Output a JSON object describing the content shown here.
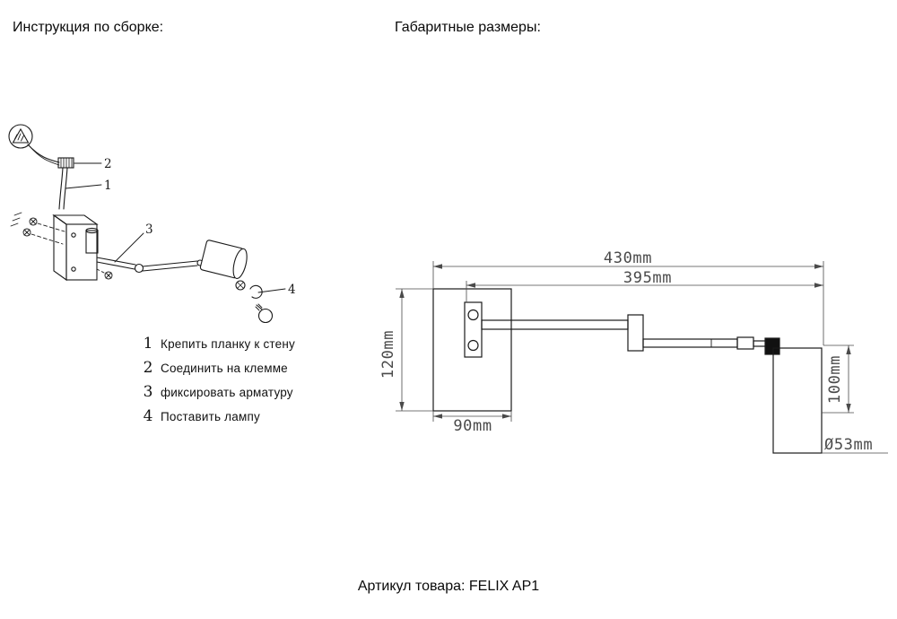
{
  "page": {
    "heading_left": "Инструкция по сборке:",
    "heading_right": "Габаритные размеры:",
    "footer": "Артикул товара: FELIX AP1"
  },
  "instructions": {
    "items": [
      {
        "num": "1",
        "text": "Крепить планку к стену"
      },
      {
        "num": "2",
        "text": "Соединить на клемме"
      },
      {
        "num": "3",
        "text": "фиксировать арматуру"
      },
      {
        "num": "4",
        "text": "Поставить лампу"
      }
    ]
  },
  "dimensions": {
    "total_width": "430mm",
    "arm_width": "395mm",
    "plate_height": "120mm",
    "plate_width": "90mm",
    "shade_height": "100mm",
    "shade_diameter": "Ø53mm"
  },
  "colors": {
    "ink": "#1a1a1a",
    "dim_text": "#4a4a4a"
  }
}
